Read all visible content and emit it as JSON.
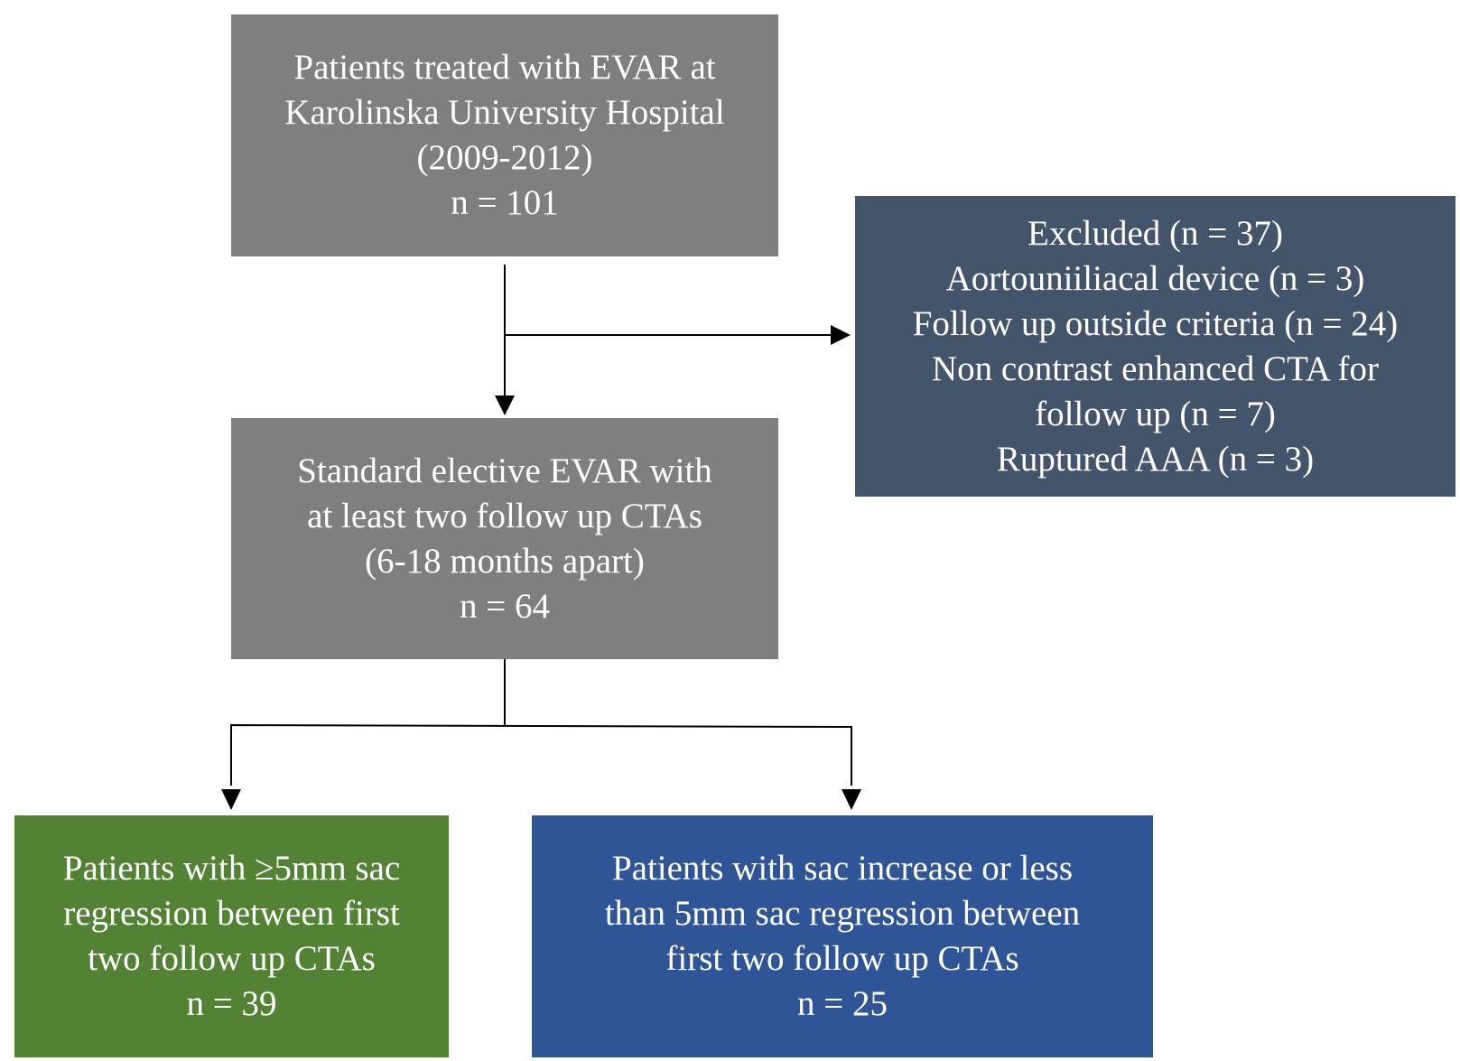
{
  "boxes": {
    "start": {
      "lines": [
        "Patients treated with EVAR at",
        "Karolinska University Hospital",
        "(2009-2012)",
        "n = 101"
      ],
      "color": "#7f7f7f"
    },
    "excluded": {
      "lines": [
        "Excluded (n = 37)",
        "Aortouniiliacal device (n = 3)",
        "Follow up outside criteria (n = 24)",
        "Non contrast enhanced CTA for",
        "follow up (n = 7)",
        "Ruptured AAA (n = 3)"
      ],
      "color": "#44546a"
    },
    "standard": {
      "lines": [
        "Standard elective EVAR with",
        "at least two follow up CTAs",
        "(6-18 months apart)",
        "n = 64"
      ],
      "color": "#7f7f7f"
    },
    "regression": {
      "lines": [
        "Patients with ≥5mm sac",
        "regression between first",
        "two follow up CTAs",
        "n = 39"
      ],
      "color": "#548235"
    },
    "increase": {
      "lines": [
        "Patients with sac increase or less",
        "than 5mm sac regression between",
        "first two follow up CTAs",
        "n = 25"
      ],
      "color": "#2f5597"
    }
  },
  "connector_color": "#000000"
}
